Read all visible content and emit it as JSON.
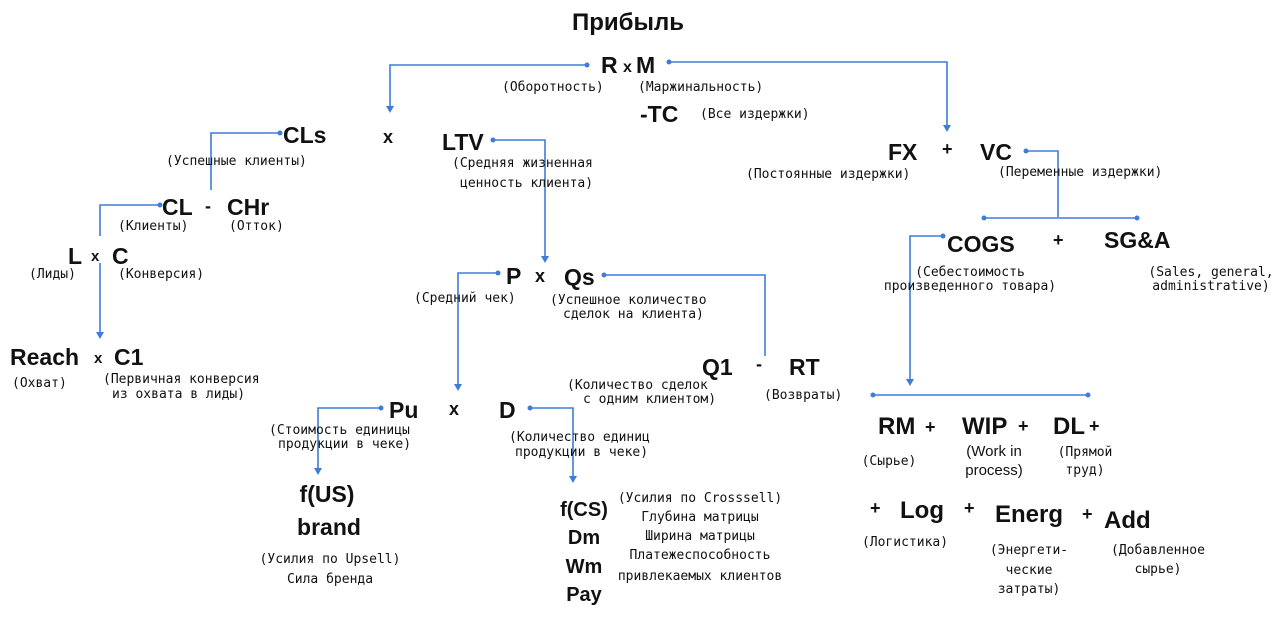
{
  "title": "Прибыль",
  "profit": {
    "r": "R",
    "x": "x",
    "m": "M",
    "r_label": "(Оборотность)",
    "m_label": "(Маржинальность)",
    "tc": "-TC",
    "tc_label": "(Все издержки)"
  },
  "left": {
    "cls": "CLs",
    "cls_label": "(Успешные клиенты)",
    "times": "x",
    "ltv": "LTV",
    "ltv_label_1": "(Средняя жизненная",
    "ltv_label_2": "ценность клиента)",
    "cl": "CL",
    "cl_label": "(Клиенты)",
    "minus": "-",
    "chr": "CHr",
    "chr_label": "(Отток)",
    "l": "L",
    "l_label": "(Лиды)",
    "lc_times": "x",
    "c": "C",
    "c_label": "(Конверсия)",
    "reach": "Reach",
    "reach_times": "x",
    "reach_label": "(Охват)",
    "c1": "C1",
    "c1_label_1": "(Первичная конверсия",
    "c1_label_2": "из охвата в лиды)"
  },
  "middle": {
    "p": "P",
    "p_times": "x",
    "p_label": "(Средний чек)",
    "qs": "Qs",
    "qs_label_1": "(Успешное количество",
    "qs_label_2": "сделок на клиента)",
    "q1": "Q1",
    "q_minus": "-",
    "rt": "RT",
    "rt_label": "(Возвраты)",
    "q1_label_1": "(Количество сделок",
    "q1_label_2": "с одним клиентом)",
    "pu": "Pu",
    "pu_times": "x",
    "pu_label_1": "(Стоимость единицы",
    "pu_label_2": "продукции в чеке)",
    "d": "D",
    "d_label_1": "(Количество единиц",
    "d_label_2": "продукции в чеке)",
    "fus": "f(US)",
    "brand": "brand",
    "fus_label_1": "(Усилия по Upsell)",
    "fus_label_2": "Сила бренда",
    "fcs": "f(CS)",
    "dm": "Dm",
    "wm": "Wm",
    "pay": "Pay",
    "fcs_label_1": "(Усилия по Crosssell)",
    "fcs_label_2": "Глубина матрицы",
    "fcs_label_3": "Ширина матрицы",
    "fcs_label_4": "Платежеспособность",
    "fcs_label_5": "привлекаемых клиентов"
  },
  "right": {
    "fx": "FX",
    "plus": "+",
    "vc": "VC",
    "fx_label": "(Постоянные издержки)",
    "vc_label": "(Переменные издержки)",
    "cogs": "COGS",
    "cogs_plus": "+",
    "sga": "SG&A",
    "cogs_label_1": "(Себестоимость",
    "cogs_label_2": "произведенного товара)",
    "sga_label_1": "(Sales, general,",
    "sga_label_2": "administrative)",
    "rm": "RM",
    "rm_plus": "+",
    "rm_label": "(Сырье)",
    "wip": "WIP",
    "wip_plus": "+",
    "wip_label_1": "(Work in",
    "wip_label_2": "process)",
    "dl": "DL",
    "dl_plus": "+",
    "dl_label_1": "(Прямой",
    "dl_label_2": "труд)",
    "log_plus": "+",
    "log": "Log",
    "log_label": "(Логистика)",
    "energ_plus": "+",
    "energ": "Energ",
    "energ_label_1": "(Энергети-",
    "energ_label_2": "ческие",
    "energ_label_3": "затраты)",
    "add_plus": "+",
    "add": "Add",
    "add_label_1": "(Добавленное",
    "add_label_2": "сырье)"
  },
  "colors": {
    "connector": "#3d7dd8",
    "text": "#111111",
    "background": "#ffffff"
  }
}
